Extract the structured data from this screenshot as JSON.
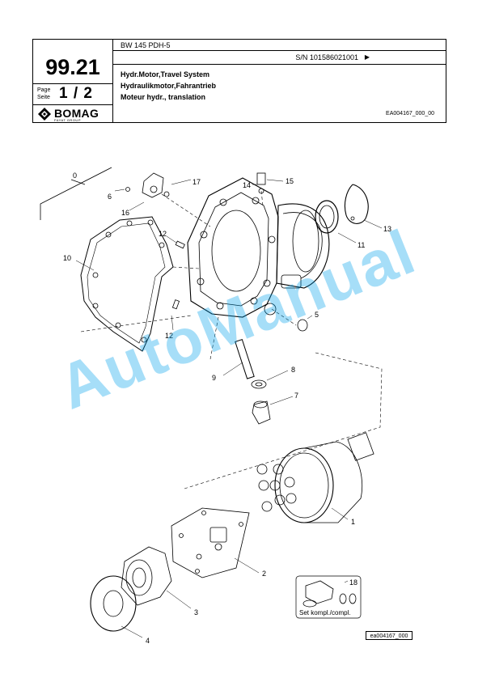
{
  "header": {
    "model": "BW 145 PDH-5",
    "serial": "S/N 101586021001",
    "group_number": "99.21",
    "page_label_en": "Page",
    "page_label_de": "Seite",
    "page_value": "1 / 2",
    "brand": "BOMAG",
    "brand_sub": "FAYAT GROUP",
    "title_en": "Hydr.Motor,Travel System",
    "title_de": "Hydraulikmotor,Fahrantrieb",
    "title_fr": "Moteur hydr., translation",
    "drawing_code": "EA004167_000_00"
  },
  "callouts": [
    "0",
    "1",
    "2",
    "3",
    "4",
    "5",
    "6",
    "7",
    "8",
    "9",
    "10",
    "11",
    "12",
    "12",
    "13",
    "14",
    "15",
    "16",
    "17",
    "18"
  ],
  "kit_label": "Set kompl./compl.",
  "watermark": "AutoManual",
  "footer_ref": "ea004167_000"
}
